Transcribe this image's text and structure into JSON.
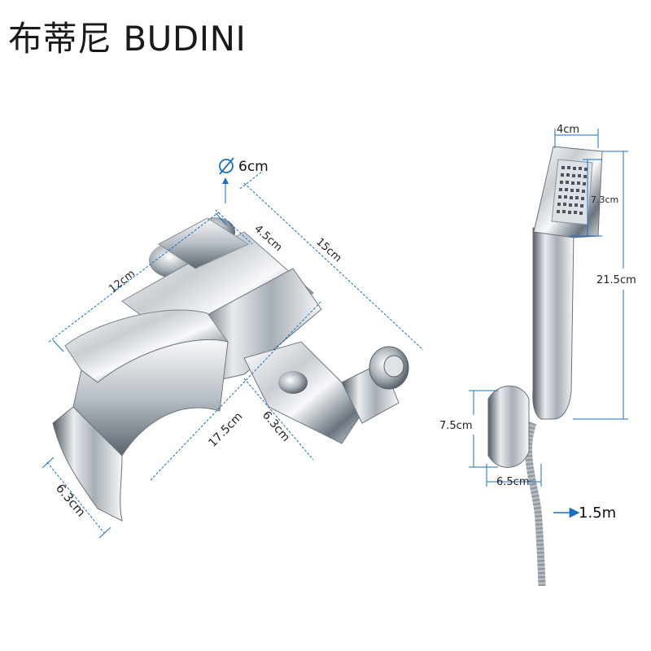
{
  "brand": {
    "title": "布蒂尼 BUDINI"
  },
  "colors": {
    "dimension_line": "#1a6fc4",
    "chrome_dark": "#5c6670",
    "chrome_light": "#f4f6f8"
  },
  "faucet": {
    "diameter": "6cm",
    "depth_top": "4.5cm",
    "length_top": "15cm",
    "spout_width": "12cm",
    "body_length": "17.5cm",
    "outlet_right": "6.3cm",
    "outlet_left": "6.3cm"
  },
  "shower": {
    "head_width": "4cm",
    "head_face": "7.3cm",
    "head_length": "21.5cm",
    "bracket_height": "7.5cm",
    "bracket_width": "6.5cm",
    "hose_length": "1.5m"
  }
}
